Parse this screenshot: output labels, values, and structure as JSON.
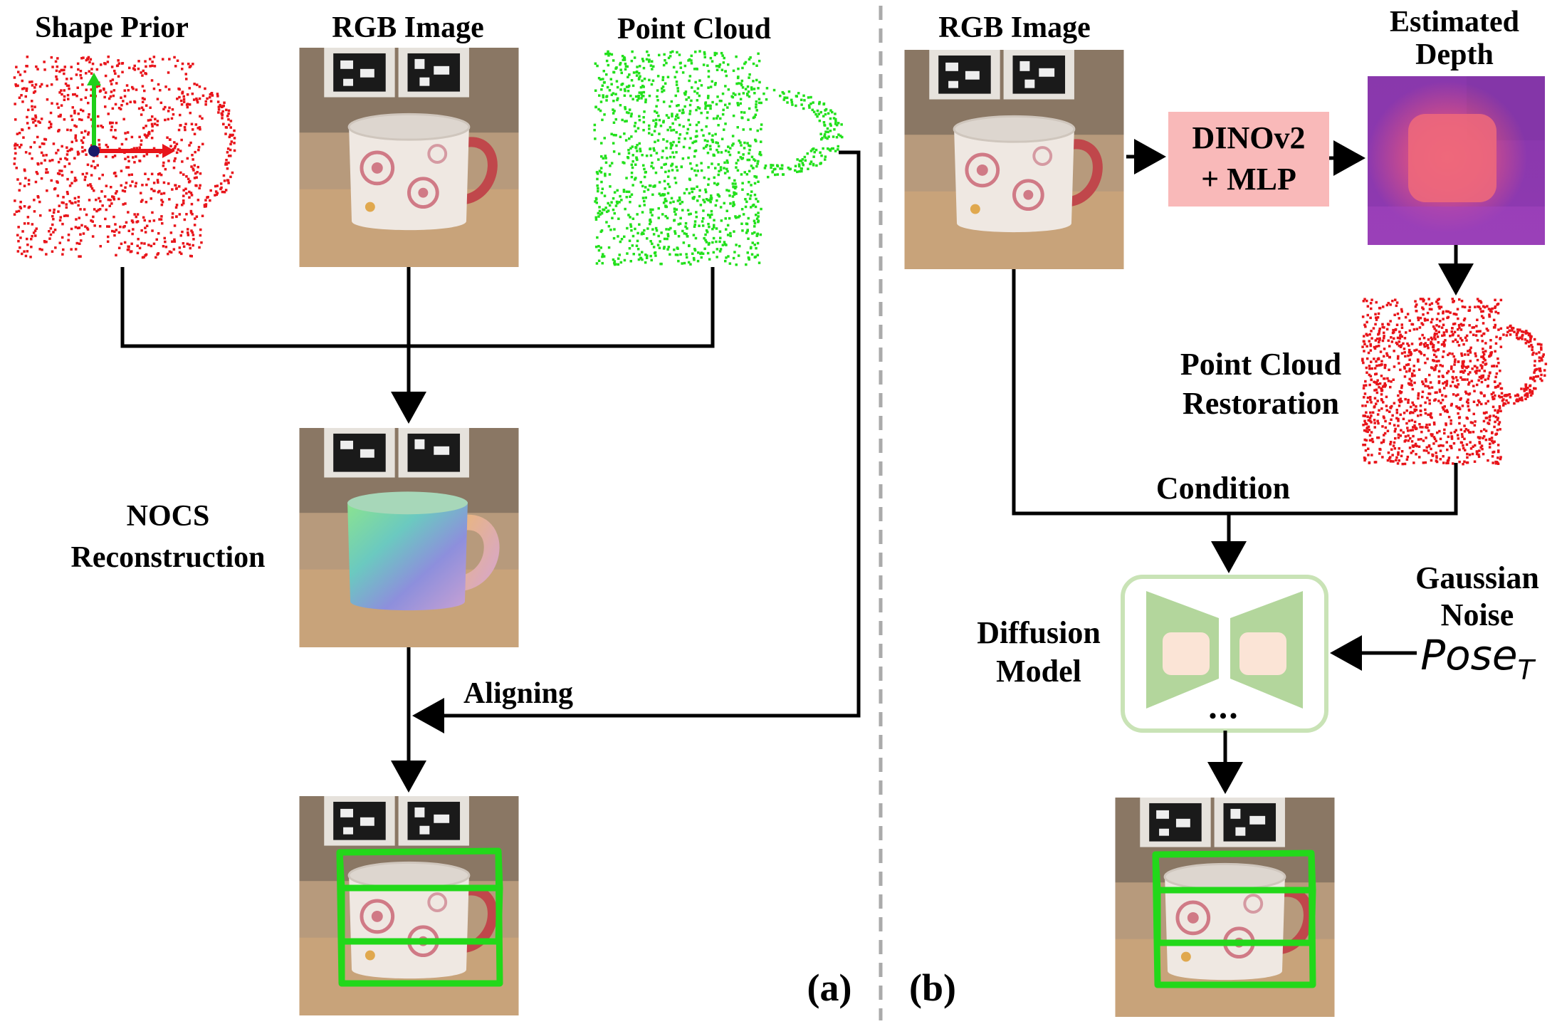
{
  "panel_a": {
    "shape_prior_label": "Shape Prior",
    "rgb_image_label": "RGB Image",
    "point_cloud_label": "Point Cloud",
    "nocs_label_line1": "NOCS",
    "nocs_label_line2": "Reconstruction",
    "aligning_label": "Aligning",
    "panel_label": "(a)"
  },
  "panel_b": {
    "rgb_image_label": "RGB Image",
    "estimated_depth_line1": "Estimated",
    "estimated_depth_line2": "Depth",
    "dino_line1": "DINOv2",
    "dino_line2": "+ MLP",
    "restoration_line1": "Point Cloud",
    "restoration_line2": "Restoration",
    "condition_label": "Condition",
    "diffusion_line1": "Diffusion",
    "diffusion_line2": "Model",
    "gaussian_line1": "Gaussian",
    "gaussian_line2": "Noise",
    "pose_base": "Pose",
    "pose_sub": "T",
    "dots": "•••",
    "panel_label": "(b)"
  },
  "colors": {
    "shape_prior_points": "#e8141a",
    "point_cloud_points": "#22e01c",
    "restored_points": "#e8141a",
    "dino_box": "#f9b9b9",
    "diffusion_frame": "#c9e3b6",
    "diffusion_trapezoid": "#b3d69c",
    "diffusion_inner": "#fbe4d6",
    "bbox": "#22d81a",
    "divider": "#aaaaaa"
  },
  "icons": [
    "mug-photo",
    "nocs-colored-mug",
    "depth-map",
    "point-cloud-mug",
    "coordinate-axes",
    "bounding-box"
  ]
}
